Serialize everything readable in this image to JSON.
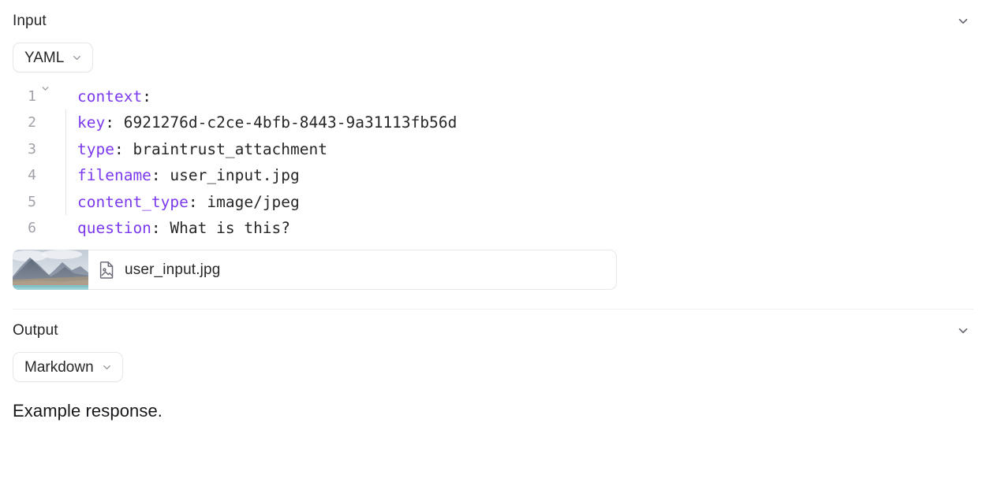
{
  "input": {
    "title": "Input",
    "collapse_icon": "chevron-down-icon",
    "format": {
      "label": "YAML",
      "chevron_icon": "chevron-down-icon"
    },
    "code": {
      "language": "yaml",
      "lines": [
        {
          "number": "1",
          "foldable": true,
          "guide": false,
          "indent": "",
          "key": "context",
          "colon": ":",
          "value": ""
        },
        {
          "number": "2",
          "foldable": false,
          "guide": true,
          "indent": "  ",
          "key": "key",
          "colon": ":",
          "value": " 6921276d-c2ce-4bfb-8443-9a31113fb56d"
        },
        {
          "number": "3",
          "foldable": false,
          "guide": true,
          "indent": "  ",
          "key": "type",
          "colon": ":",
          "value": " braintrust_attachment"
        },
        {
          "number": "4",
          "foldable": false,
          "guide": true,
          "indent": "  ",
          "key": "filename",
          "colon": ":",
          "value": " user_input.jpg"
        },
        {
          "number": "5",
          "foldable": false,
          "guide": true,
          "indent": "  ",
          "key": "content_type",
          "colon": ":",
          "value": " image/jpeg"
        },
        {
          "number": "6",
          "foldable": false,
          "guide": false,
          "indent": "",
          "key": "question",
          "colon": ":",
          "value": " What is this?"
        }
      ]
    },
    "attachment": {
      "filename": "user_input.jpg",
      "file_icon": "file-image-icon",
      "thumbnail_alt": "mountain-landscape-thumbnail"
    }
  },
  "output": {
    "title": "Output",
    "collapse_icon": "chevron-down-icon",
    "format": {
      "label": "Markdown",
      "chevron_icon": "chevron-down-icon"
    },
    "body_text": "Example response."
  },
  "colors": {
    "yaml_key": "#7c3aed",
    "text": "#27272a",
    "muted": "#a1a1aa",
    "border": "#e7e7e9",
    "divider": "#f1f1f3"
  }
}
